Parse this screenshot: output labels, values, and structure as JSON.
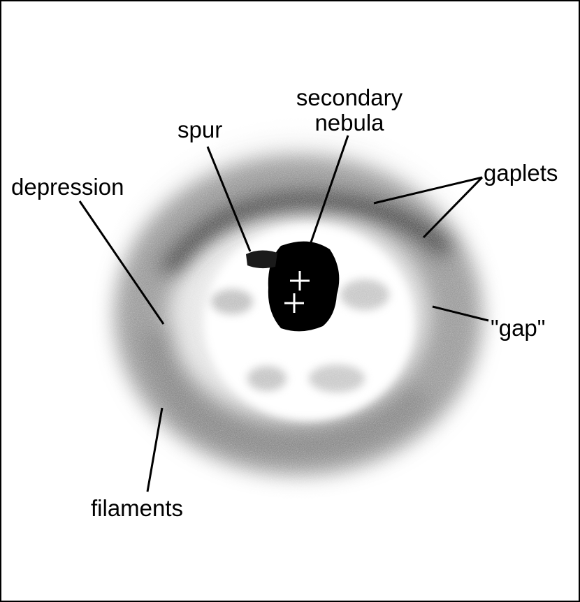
{
  "labels": {
    "secondary_line1": "secondary",
    "secondary_line2": "nebula",
    "spur": "spur",
    "gaplets": "gaplets",
    "depression": "depression",
    "gap": "\"gap\"",
    "filaments": "filaments"
  },
  "markers": {
    "count": 2,
    "color": "#ffffff"
  },
  "colors": {
    "ring": "#3a3a3a",
    "core": "#000000",
    "background": "#ffffff",
    "leader_lines": "#000000"
  }
}
